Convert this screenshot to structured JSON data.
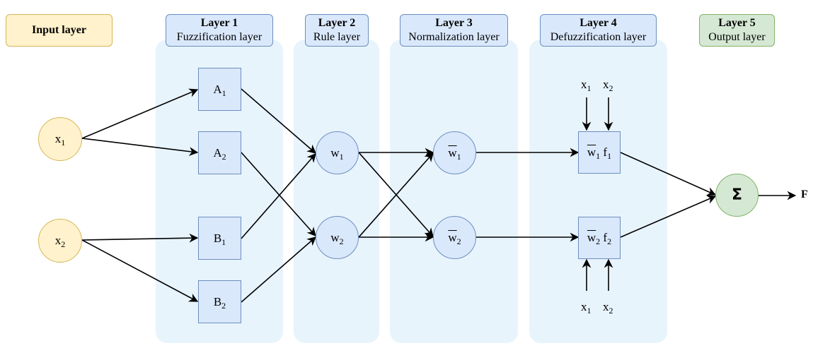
{
  "headers": {
    "input": {
      "title": "Input layer"
    },
    "layer1": {
      "title": "Layer 1",
      "subtitle": "Fuzzification layer"
    },
    "layer2": {
      "title": "Layer 2",
      "subtitle": "Rule layer"
    },
    "layer3": {
      "title": "Layer 3",
      "subtitle": "Normalization layer"
    },
    "layer4": {
      "title": "Layer 4",
      "subtitle": "Defuzzification layer"
    },
    "layer5": {
      "title": "Layer 5",
      "subtitle": "Output layer"
    }
  },
  "nodes": {
    "x1": {
      "base": "x",
      "sub": "1"
    },
    "x2": {
      "base": "x",
      "sub": "2"
    },
    "a1": {
      "base": "A",
      "sub": "1"
    },
    "a2": {
      "base": "A",
      "sub": "2"
    },
    "b1": {
      "base": "B",
      "sub": "1"
    },
    "b2": {
      "base": "B",
      "sub": "2"
    },
    "w1": {
      "base": "w",
      "sub": "1"
    },
    "w2": {
      "base": "w",
      "sub": "2"
    },
    "nw1": {
      "base": "w",
      "sub": "1"
    },
    "nw2": {
      "base": "w",
      "sub": "2"
    },
    "d1": {
      "wbase": "w",
      "wsub": "1",
      "fbase": "f",
      "fsub": "1"
    },
    "d2": {
      "wbase": "w",
      "wsub": "2",
      "fbase": "f",
      "fsub": "2"
    },
    "sum": {
      "symbol": "Σ"
    }
  },
  "defuzz_inputs": {
    "top": [
      {
        "base": "x",
        "sub": "1"
      },
      {
        "base": "x",
        "sub": "2"
      }
    ],
    "bottom": [
      {
        "base": "x",
        "sub": "1"
      },
      {
        "base": "x",
        "sub": "2"
      }
    ]
  },
  "output": {
    "label": "F"
  },
  "colors": {
    "layer_panel": "#e8f4fc",
    "blue_fill": "#dae8fc",
    "blue_stroke": "#6c8ebf",
    "yellow_fill": "#fff2cc",
    "yellow_stroke": "#d6b656",
    "green_fill": "#d5e8d4",
    "green_stroke": "#82b366"
  }
}
